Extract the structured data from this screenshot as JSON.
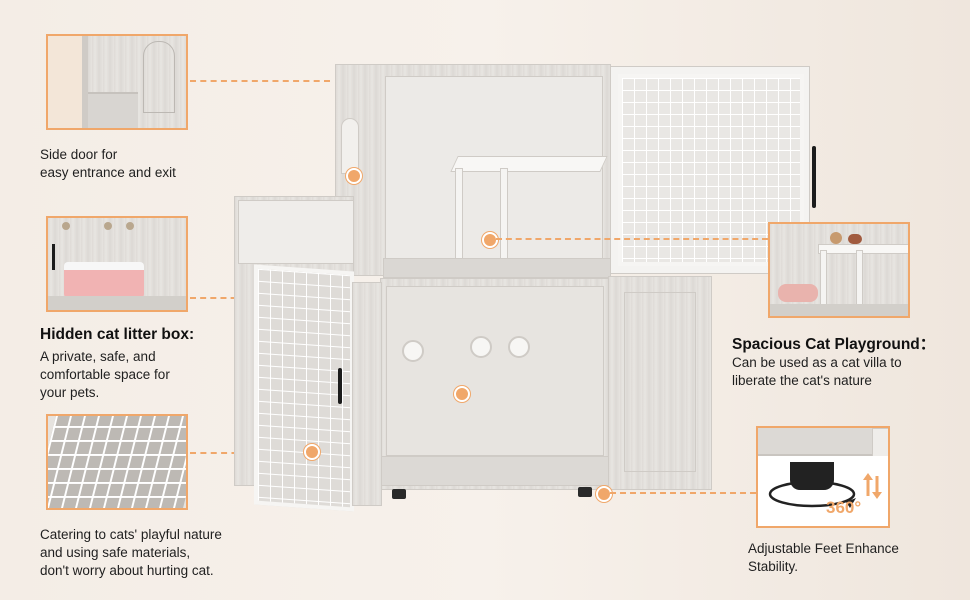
{
  "features": {
    "side_door": {
      "line1": "Side door for",
      "line2": "easy entrance and exit"
    },
    "litter_box": {
      "title": "Hidden cat litter box:",
      "line1": "A private, safe, and",
      "line2": "comfortable space for",
      "line3": "your pets."
    },
    "playful": {
      "line1": "Catering to cats' playful nature",
      "line2": "and using safe materials,",
      "line3": "don't worry about hurting cat."
    },
    "playground": {
      "title": "Spacious Cat Playground：",
      "line1": "Can be used as a cat villa to",
      "line2": "liberate the cat's nature"
    },
    "feet": {
      "badge": "360°",
      "line1": "Adjustable Feet Enhance",
      "line2": "Stability."
    }
  },
  "colors": {
    "accent": "#f0a76a",
    "wood": "#e0ddd9",
    "text": "#1b1b1b"
  },
  "icons": [
    "rotation-arrow-icon",
    "height-adjust-icon"
  ]
}
